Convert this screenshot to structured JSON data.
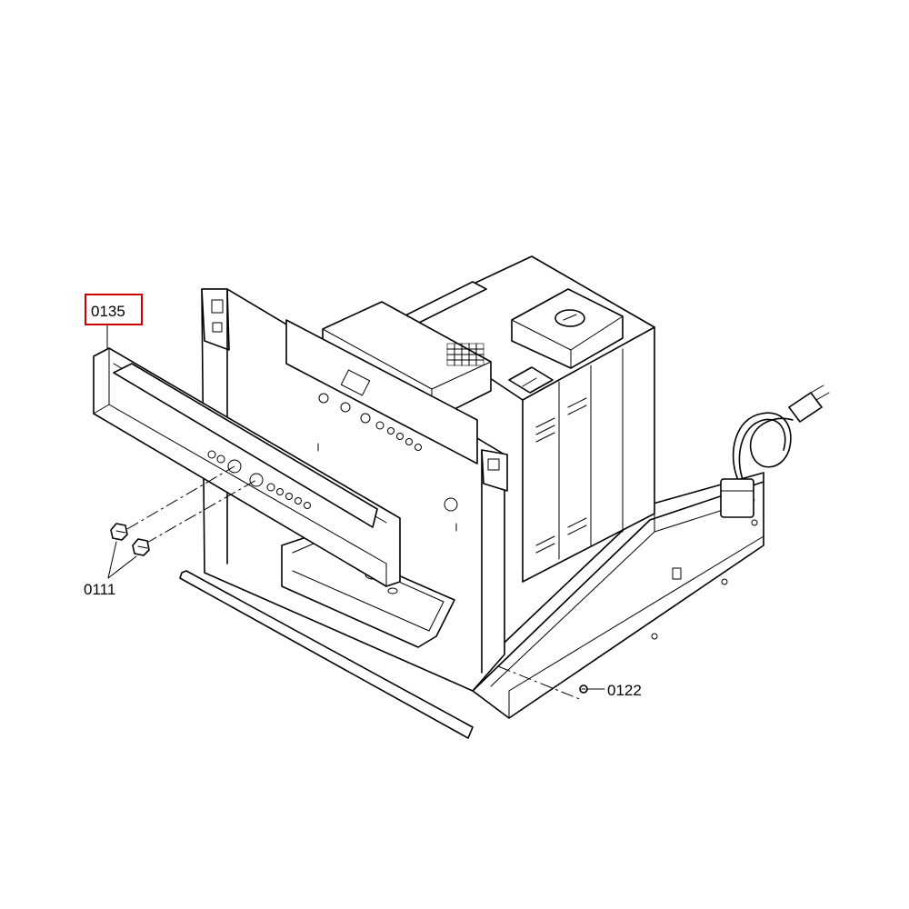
{
  "callouts": {
    "highlighted": "0135",
    "knobs": "0111",
    "screw": "0122"
  },
  "colors": {
    "line": "#000000",
    "background": "#ffffff",
    "highlight_box": "#cc0000"
  }
}
